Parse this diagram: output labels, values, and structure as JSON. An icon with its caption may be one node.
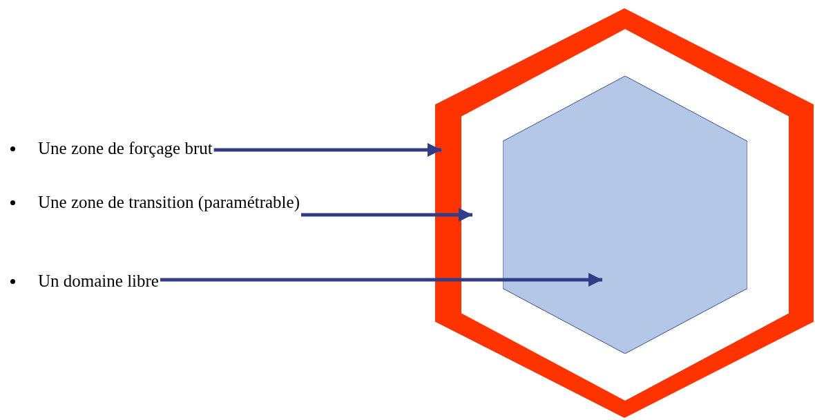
{
  "diagram": {
    "nodes": [
      {
        "text": [
          "Une zone de forçage brut"
        ]
      },
      {
        "text": [
          "Une zone de transition (paramétrable)"
        ]
      },
      {
        "text": [
          "Un domaine libre"
        ]
      },
      {
        "text": [],
        "shape": "hexagon"
      },
      {
        "text": [],
        "shape": "hexagon",
        "in": 3
      },
      {
        "text": [],
        "shape": "hexagon",
        "in": 4
      }
    ],
    "edges": [
      {
        "from": 0,
        "to": 3,
        "arrow": "to"
      },
      {
        "from": 1,
        "to": 4,
        "arrow": "to"
      },
      {
        "from": 2,
        "to": 5,
        "arrow": "to"
      }
    ]
  }
}
